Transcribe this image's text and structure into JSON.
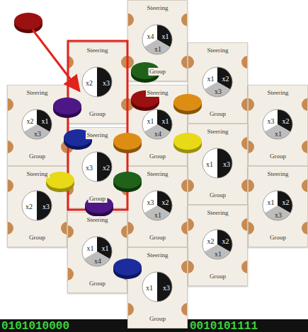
{
  "diagram": {
    "nodes": [
      {
        "text": [
          "Steering",
          "x4",
          "x1",
          "x1",
          "Group"
        ]
      },
      {
        "text": [
          "Steering",
          "x2",
          "x3",
          "Group"
        ]
      },
      {
        "text": [
          "Steering",
          "x1",
          "x2",
          "x3",
          "Group"
        ]
      },
      {
        "text": [
          "Steering",
          "x2",
          "x1",
          "x3",
          "Group"
        ]
      },
      {
        "text": [
          "Steering",
          "x1",
          "x1",
          "x4",
          "Group"
        ]
      },
      {
        "text": [
          "Steering",
          "x3",
          "x2",
          "x1",
          "Group"
        ]
      },
      {
        "text": [
          "Steering",
          "x1",
          "x3",
          "Group"
        ]
      },
      {
        "text": [
          "Steering",
          "x3",
          "x2",
          "Group"
        ]
      },
      {
        "text": [
          "Steering",
          "x2",
          "x3",
          "Group"
        ]
      },
      {
        "text": [
          "Steering",
          "x3",
          "x2",
          "x1",
          "Group"
        ]
      },
      {
        "text": [
          "Steering",
          "x1",
          "x2",
          "x3",
          "Group"
        ]
      },
      {
        "text": [
          "Steering",
          "x2",
          "x2",
          "x1",
          "Group"
        ]
      },
      {
        "text": [
          "Steering",
          "x1",
          "x1",
          "x4",
          "Group"
        ]
      },
      {
        "text": [
          "Steering",
          "x1",
          "x3",
          "Group"
        ]
      }
    ],
    "labels": [
      "0101010000",
      "0010101111"
    ]
  }
}
